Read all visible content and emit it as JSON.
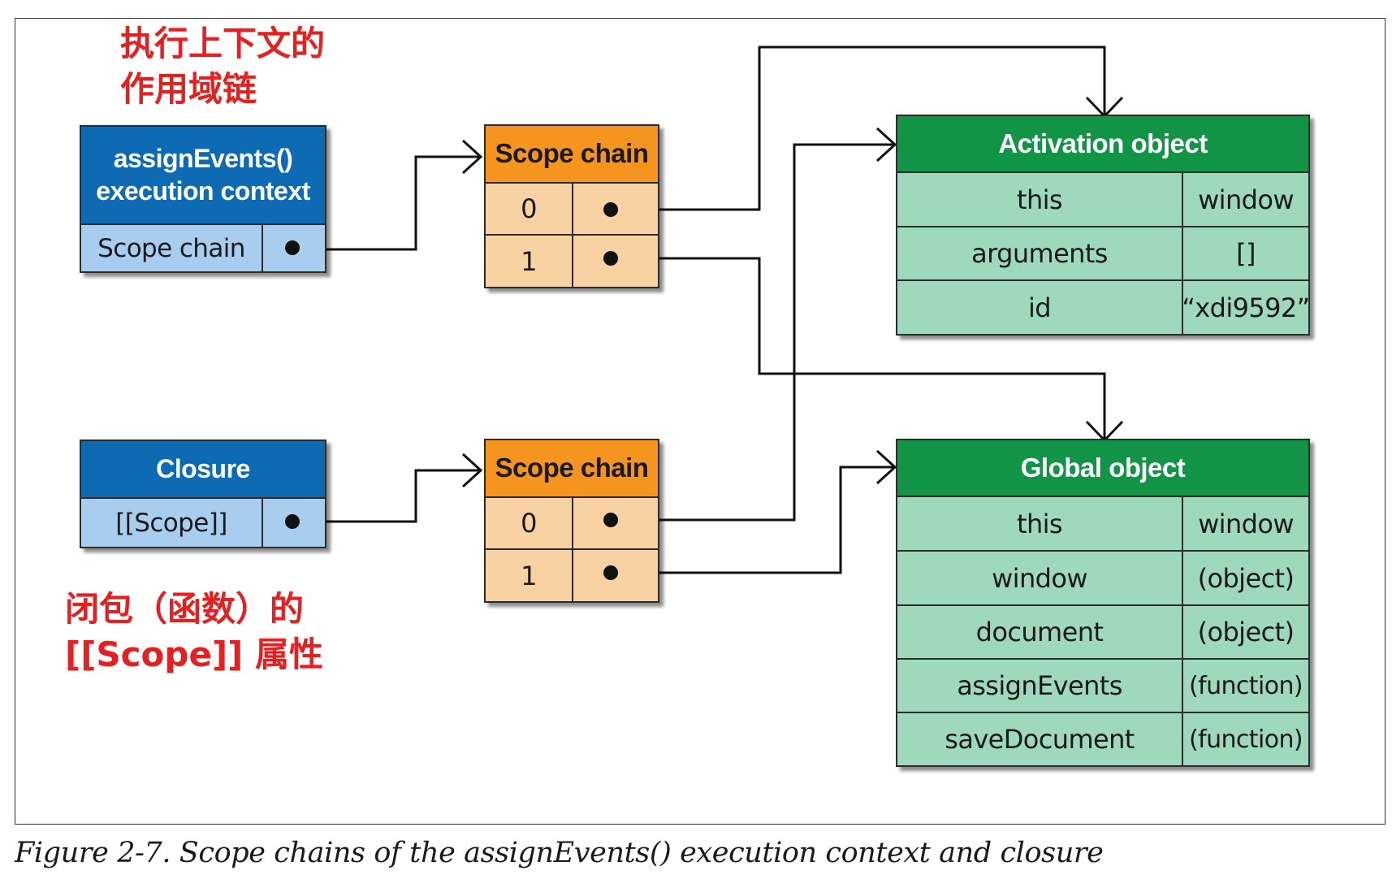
{
  "annotations": {
    "exec_context_scope_chain": "执行上下文的\n作用域链",
    "closure_scope_property": "闭包（函数）的\n[[Scope]] 属性"
  },
  "exec_context": {
    "title": "assignEvents()\nexecution context",
    "row_label": "Scope chain"
  },
  "closure": {
    "title": "Closure",
    "row_label": "[[Scope]]"
  },
  "scope_chain_top": {
    "title": "Scope chain",
    "rows": [
      "0",
      "1"
    ]
  },
  "scope_chain_bottom": {
    "title": "Scope chain",
    "rows": [
      "0",
      "1"
    ]
  },
  "activation_object": {
    "title": "Activation object",
    "rows": [
      {
        "key": "this",
        "value": "window"
      },
      {
        "key": "arguments",
        "value": "[]"
      },
      {
        "key": "id",
        "value": "“xdi9592”"
      }
    ]
  },
  "global_object": {
    "title": "Global object",
    "rows": [
      {
        "key": "this",
        "value": "window"
      },
      {
        "key": "window",
        "value": "(object)"
      },
      {
        "key": "document",
        "value": "(object)"
      },
      {
        "key": "assignEvents",
        "value": "(function)"
      },
      {
        "key": "saveDocument",
        "value": "(function)"
      }
    ]
  },
  "caption": "Figure 2-7. Scope chains of the assignEvents() execution context and closure"
}
